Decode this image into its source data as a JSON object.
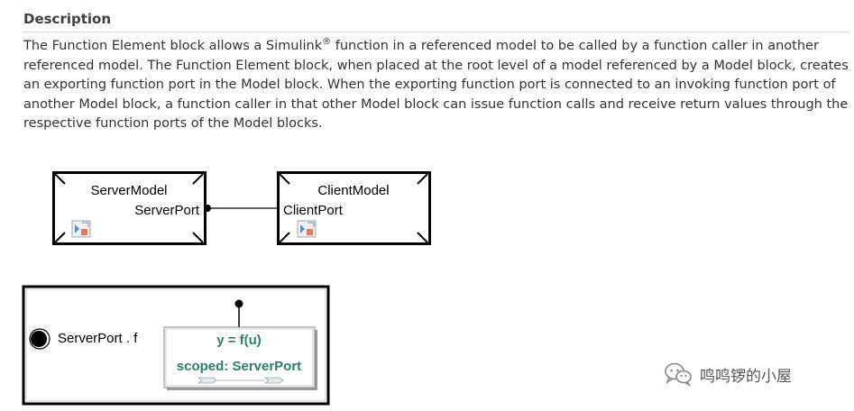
{
  "section": {
    "heading": "Description"
  },
  "description": {
    "text_1": "The Function Element block allows a Simulink",
    "registered_mark": "®",
    "text_2": " function in a referenced model to be called by a function caller in another referenced model. The Function Element block, when placed at the root level of a model referenced by a Model block, creates an exporting function port in the Model block. When the exporting function port is connected to an invoking function port of another Model block, a function caller in that other Model block can issue function calls and receive return values through the respective function ports of the Model blocks."
  },
  "model_diagram": {
    "server_block": {
      "name": "ServerModel",
      "port": "ServerPort"
    },
    "client_block": {
      "name": "ClientModel",
      "port": "ClientPort"
    }
  },
  "function_diagram": {
    "port_label": "ServerPort . f",
    "function_block": {
      "signature": "y = f(u)",
      "scope_label": "scoped: ServerPort"
    }
  },
  "watermark": {
    "text": "鸣鸣锣的小屋"
  }
}
